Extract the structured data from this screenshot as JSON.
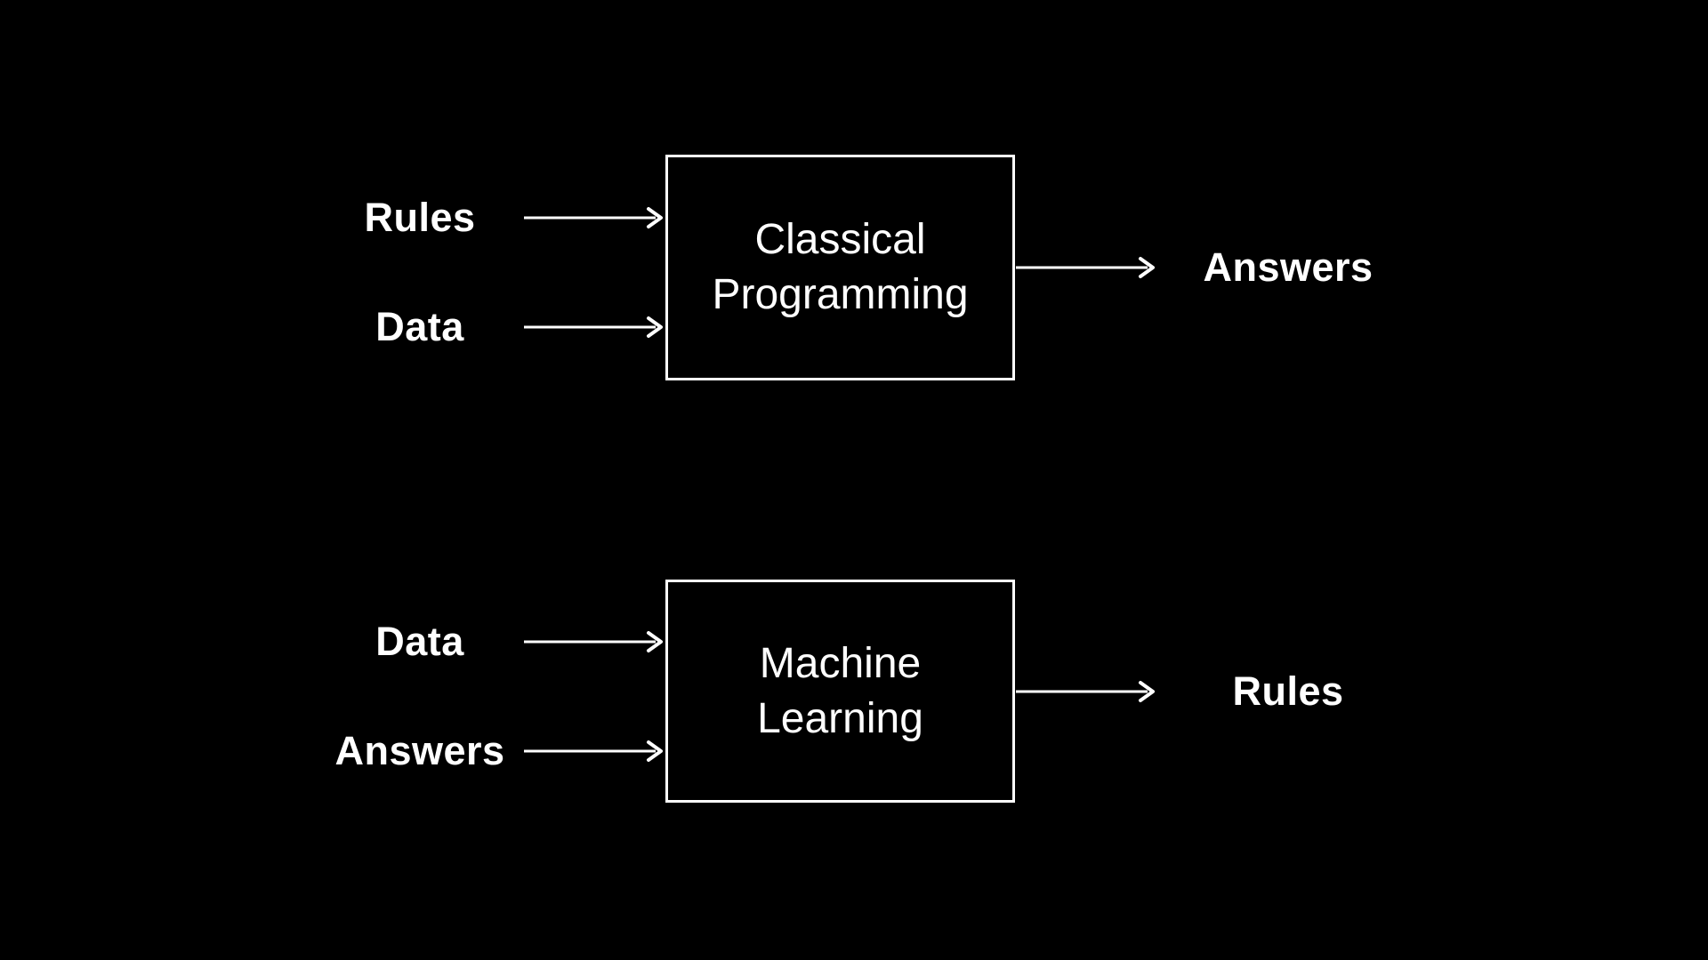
{
  "canvas": {
    "background_color": "#000000",
    "stroke_color": "#ffffff",
    "text_color": "#ffffff"
  },
  "diagrams": [
    {
      "id": "classical-programming",
      "inputs": [
        {
          "label": "Rules"
        },
        {
          "label": "Data"
        }
      ],
      "box": {
        "line1": "Classical",
        "line2": "Programming"
      },
      "output": {
        "label": "Answers"
      }
    },
    {
      "id": "machine-learning",
      "inputs": [
        {
          "label": "Data"
        },
        {
          "label": "Answers"
        }
      ],
      "box": {
        "line1": "Machine",
        "line2": "Learning"
      },
      "output": {
        "label": "Rules"
      }
    }
  ]
}
